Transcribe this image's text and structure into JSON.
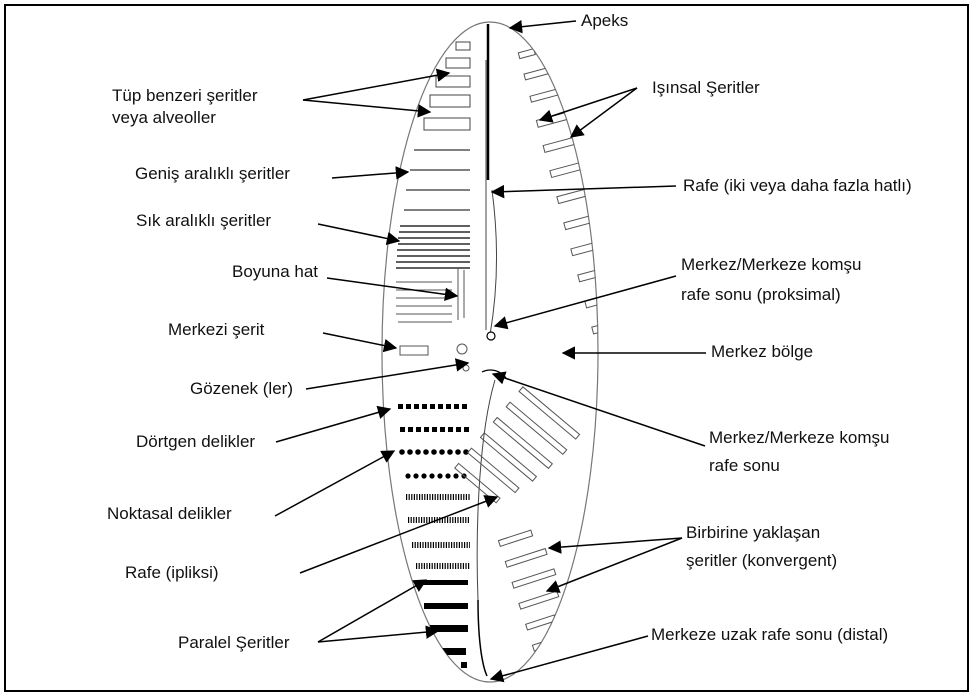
{
  "labels": {
    "left": {
      "tube_line1": "Tüp benzeri şeritler",
      "tube_line2": "veya alveoller",
      "wide_striae": "Geniş aralıklı şeritler",
      "dense_striae": "Sık aralıklı şeritler",
      "longitudinal_line": "Boyuna hat",
      "central_stria": "Merkezi şerit",
      "pores": "Gözenek (ler)",
      "rect_areolae": "Dörtgen delikler",
      "punctate_areolae": "Noktasal delikler",
      "raphe_thread": "Rafe (ipliksi)",
      "parallel_striae": "Paralel Şeritler"
    },
    "right": {
      "apex": "Apeks",
      "radial_striae": "Işınsal Şeritler",
      "raphe_multi": "Rafe (iki veya daha fazla hatlı)",
      "proximal_line1": "Merkez/Merkeze komşu",
      "proximal_line2": "rafe sonu (proksimal)",
      "central_area": "Merkez bölge",
      "central_end_line1": "Merkez/Merkeze komşu",
      "central_end_line2": "rafe sonu",
      "convergent_line1": "Birbirine yaklaşan",
      "convergent_line2": "şeritler (konvergent)",
      "distal_end": "Merkeze uzak rafe sonu (distal)"
    }
  },
  "colors": {
    "outline": "#777777",
    "ink": "#000000",
    "arrow": "#000000"
  }
}
